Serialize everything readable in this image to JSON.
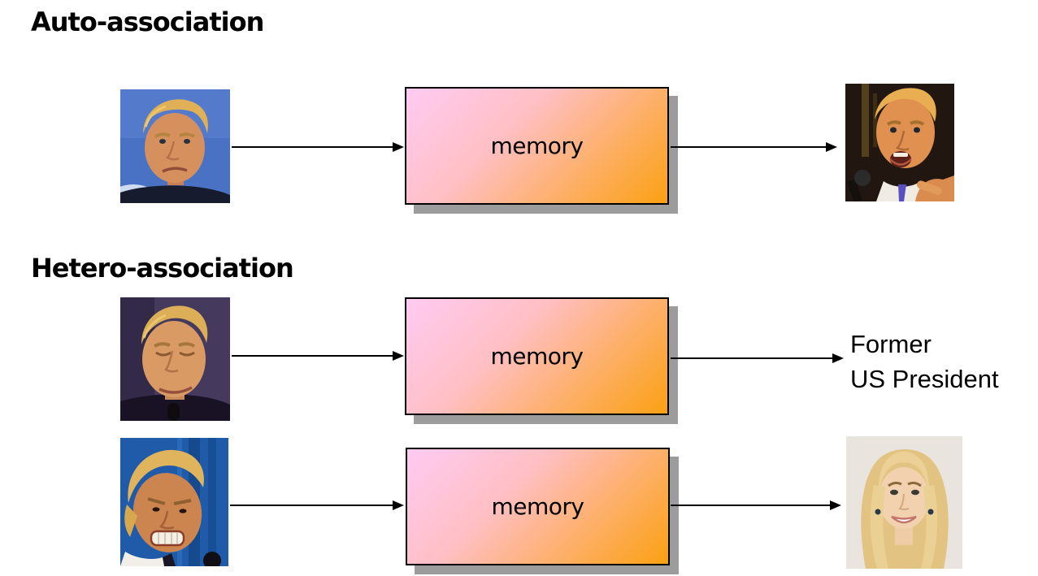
{
  "colors": {
    "background": "#ffffff",
    "box_gradient_start": "#ffcbf3",
    "box_gradient_end": "#fba013",
    "box_border": "#000000",
    "box_shadow": "#9c9c9c",
    "arrow": "#000000",
    "title_text": "#000000"
  },
  "sections": [
    {
      "title": "Auto-association",
      "rows": [
        {
          "input_image": "trump-face-front",
          "box_label": "memory",
          "output_image": "trump-pointing-speaking"
        }
      ]
    },
    {
      "title": "Hetero-association",
      "rows": [
        {
          "input_image": "trump-eyes-closed",
          "box_label": "memory",
          "output_text_line1": "Former",
          "output_text_line2": "US President"
        },
        {
          "input_image": "trump-grimacing",
          "box_label": "memory",
          "output_image": "ivanka-portrait"
        }
      ]
    }
  ]
}
